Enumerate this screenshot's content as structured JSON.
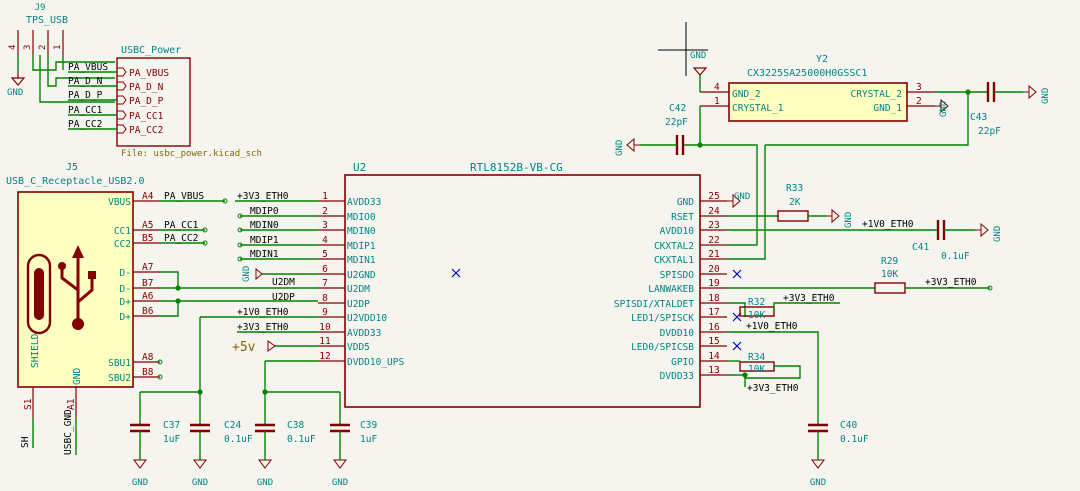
{
  "colors": {
    "background": "#f5f4ef",
    "wire": "#008400",
    "symbol": "#840000",
    "symbol_fill": "#ffffc2",
    "pin_text": "#008484",
    "net_text": "#000000",
    "power_text": "#840000",
    "sheet": "#840000",
    "sheet_text": "#846600",
    "no_connect": "#0000c0"
  },
  "j9": {
    "ref": "J9",
    "value": "TPS_USB",
    "pins": [
      "4",
      "3",
      "2",
      "1"
    ]
  },
  "usbc_power": {
    "title": "USBC_Power",
    "file": "File: usbc_power.kicad_sch",
    "pins": [
      "PA_VBUS",
      "PA_D_N",
      "PA_D_P",
      "PA_CC1",
      "PA_CC2"
    ],
    "nets": [
      "PA_VBUS",
      "PA_D_N",
      "PA_D_P",
      "PA_CC1",
      "PA_CC2"
    ]
  },
  "j5": {
    "ref": "J5",
    "value": "USB_C_Receptacle_USB2.0",
    "pin_names": [
      "VBUS",
      "CC1",
      "CC2",
      "D-",
      "D-",
      "D+",
      "D+",
      "SBU1",
      "SBU2"
    ],
    "pin_numbers": [
      "A4",
      "A5",
      "B5",
      "A7",
      "B7",
      "A6",
      "B6",
      "A8",
      "B8"
    ],
    "shield": "SHIELD",
    "gnd": "GND",
    "shield_pin": "S1",
    "gnd_pin": "A1",
    "nets": [
      "PA_VBUS",
      "PA_CC1",
      "PA_CC2"
    ],
    "bottom_nets": [
      "SH",
      "USBC_GND"
    ]
  },
  "u2": {
    "ref": "U2",
    "value": "RTL8152B-VB-CG",
    "left_pins": [
      {
        "num": "1",
        "name": "AVDD33",
        "net": "+3V3_ETH0"
      },
      {
        "num": "2",
        "name": "MDIO0",
        "net": "MDIP0"
      },
      {
        "num": "3",
        "name": "MDIN0",
        "net": "MDIN0"
      },
      {
        "num": "4",
        "name": "MDIP1",
        "net": "MDIP1"
      },
      {
        "num": "5",
        "name": "MDIN1",
        "net": "MDIN1"
      },
      {
        "num": "6",
        "name": "U2GND",
        "net": "GND"
      },
      {
        "num": "7",
        "name": "U2DM",
        "net": "U2DM"
      },
      {
        "num": "8",
        "name": "U2DP",
        "net": "U2DP"
      },
      {
        "num": "9",
        "name": "U2VDD10",
        "net": "+1V0_ETH0"
      },
      {
        "num": "10",
        "name": "AVDD33",
        "net": "+3V3_ETH0"
      },
      {
        "num": "11",
        "name": "VDD5",
        "net": "+5v"
      },
      {
        "num": "12",
        "name": "DVDD10_UPS",
        "net": ""
      }
    ],
    "right_pins": [
      {
        "num": "25",
        "name": "GND",
        "net": "GND"
      },
      {
        "num": "24",
        "name": "RSET",
        "net": ""
      },
      {
        "num": "23",
        "name": "AVDD10",
        "net": "+1V0_ETH0"
      },
      {
        "num": "22",
        "name": "CKXTAL2",
        "net": ""
      },
      {
        "num": "21",
        "name": "CKXTAL1",
        "net": ""
      },
      {
        "num": "20",
        "name": "SPISDO",
        "net": ""
      },
      {
        "num": "19",
        "name": "LANWAKEB",
        "net": ""
      },
      {
        "num": "18",
        "name": "SPISDI/XTALDET",
        "net": "+3V3_ETH0"
      },
      {
        "num": "17",
        "name": "LED1/SPISCK",
        "net": ""
      },
      {
        "num": "16",
        "name": "DVDD10",
        "net": "+1V0_ETH0"
      },
      {
        "num": "15",
        "name": "LED0/SPICSB",
        "net": ""
      },
      {
        "num": "14",
        "name": "GPIO",
        "net": ""
      },
      {
        "num": "13",
        "name": "DVDD33",
        "net": "+3V3_ETH0"
      }
    ]
  },
  "y2": {
    "ref": "Y2",
    "value": "CX3225SA25000H0GSSC1",
    "pins": [
      "GND_2",
      "CRYSTAL_1",
      "CRYSTAL_2",
      "GND_1"
    ],
    "pin_numbers": [
      "4",
      "1",
      "3",
      "2"
    ]
  },
  "resistors": [
    {
      "ref": "R33",
      "value": "2K"
    },
    {
      "ref": "R29",
      "value": "10K"
    },
    {
      "ref": "R32",
      "value": "10K"
    },
    {
      "ref": "R34",
      "value": "10K"
    }
  ],
  "capacitors": [
    {
      "ref": "C42",
      "value": "22pF"
    },
    {
      "ref": "C43",
      "value": "22pF"
    },
    {
      "ref": "C41",
      "value": "0.1uF"
    },
    {
      "ref": "C37",
      "value": "1uF"
    },
    {
      "ref": "C24",
      "value": "0.1uF"
    },
    {
      "ref": "C38",
      "value": "0.1uF"
    },
    {
      "ref": "C39",
      "value": "1uF"
    },
    {
      "ref": "C40",
      "value": "0.1uF"
    }
  ],
  "labels": {
    "gnd": "GND",
    "p3v3": "+3V3_ETH0",
    "p1v0": "+1V0_ETH0",
    "p5v": "+5v",
    "u2dm": "U2DM",
    "u2dp": "U2DP",
    "pa_vbus": "PA_VBUS",
    "pa_cc1": "PA_CC1",
    "pa_cc2": "PA_CC2"
  }
}
